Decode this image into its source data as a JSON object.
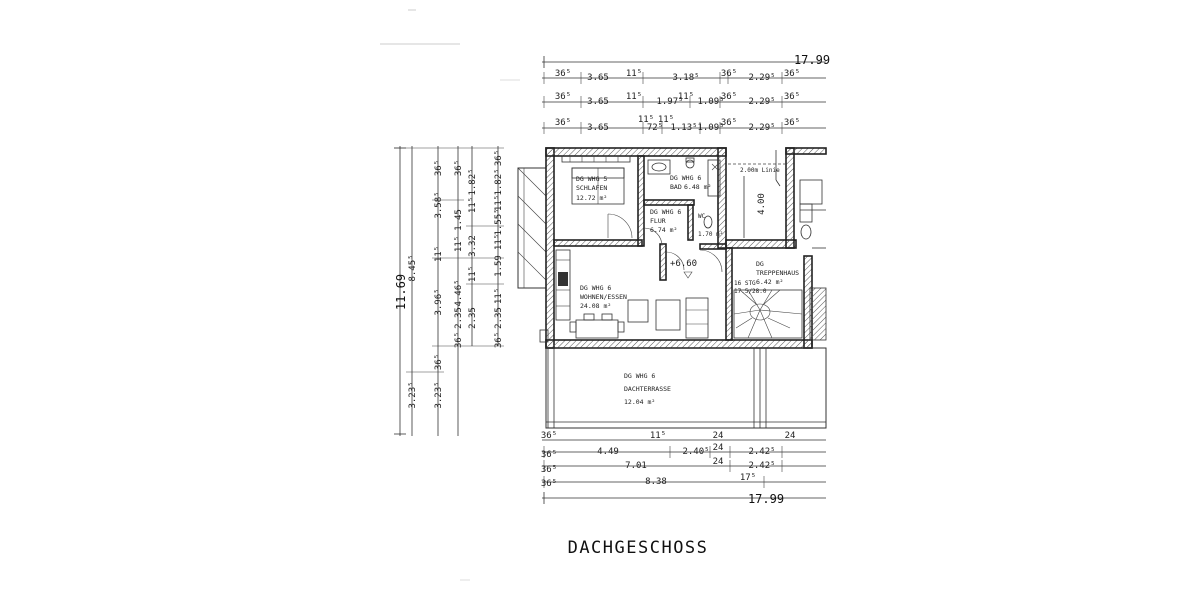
{
  "title": "DACHGESCHOSS",
  "overall": {
    "width_top": "17.99",
    "width_bottom": "17.99",
    "height": "11.69"
  },
  "top_dims": {
    "row1": [
      "36⁵",
      "3.65",
      "11⁵",
      "3.18⁵",
      "36⁵",
      "2.29⁵",
      "36⁵"
    ],
    "row2": [
      "36⁵",
      "3.65",
      "11⁵",
      "1.97⁵",
      "11⁵",
      "1.09⁵",
      "36⁵",
      "2.29⁵",
      "36⁵"
    ],
    "row3": [
      "36⁵",
      "3.65",
      "11⁵",
      "72⁵",
      "11⁵",
      "1.13⁵",
      "1.09⁵",
      "36⁵",
      "2.29⁵",
      "36⁵"
    ]
  },
  "bottom_dims": {
    "row1": [
      "36⁵",
      "11⁵",
      "24",
      "24"
    ],
    "row2": [
      "36⁵",
      "4.49",
      "2.40⁵",
      "24",
      "2.42⁵"
    ],
    "row3": [
      "36⁵",
      "7.01",
      "24",
      "2.42⁵"
    ],
    "row4": [
      "36⁵",
      "8.38",
      "17⁵"
    ]
  },
  "left_dims": {
    "col2": [
      "8.45⁵",
      "3.23⁵"
    ],
    "col3": [
      "36⁵",
      "3.58⁵",
      "11⁵",
      "3.96⁵",
      "36⁵",
      "3.23⁵"
    ],
    "col4": [
      "36⁵",
      "1.45",
      "11⁵",
      "4.46⁵",
      "2.35",
      "36⁵"
    ],
    "col5": [
      "1.82⁵",
      "11⁵",
      "3.32",
      "11⁵",
      "2.35"
    ],
    "col6": [
      "36⁵",
      "1.82⁵",
      "11⁵",
      "1.55⁵",
      "11⁵",
      "1.59",
      "11⁵",
      "2.35",
      "36⁵"
    ]
  },
  "rooms": [
    {
      "id": "schlafen",
      "lines": [
        "DG WHG 5",
        "SCHLAFEN",
        "12.72 m²"
      ]
    },
    {
      "id": "bad",
      "lines": [
        "DG WHG 6",
        "BAD",
        "6.48 m²"
      ]
    },
    {
      "id": "flur",
      "lines": [
        "DG WHG 6",
        "FLUR",
        "6.74 m²"
      ]
    },
    {
      "id": "wc",
      "lines": [
        "WC",
        "1.70 m²"
      ]
    },
    {
      "id": "wohnen",
      "lines": [
        "DG WHG 6",
        "WOHNEN/ESSEN",
        "24.08 m²"
      ]
    },
    {
      "id": "treppenhaus",
      "lines": [
        "DG",
        "TREPPENHAUS",
        "6.42 m²"
      ]
    },
    {
      "id": "dachterrasse",
      "lines": [
        "DG WHG 6",
        "DACHTERRASSE",
        "12.04 m²"
      ]
    }
  ],
  "labels": {
    "level": "+6.60",
    "line_200": "2.00m Linie",
    "height_400": "4.00",
    "stair_note": [
      "16 STG",
      "17.5/28.0"
    ]
  }
}
